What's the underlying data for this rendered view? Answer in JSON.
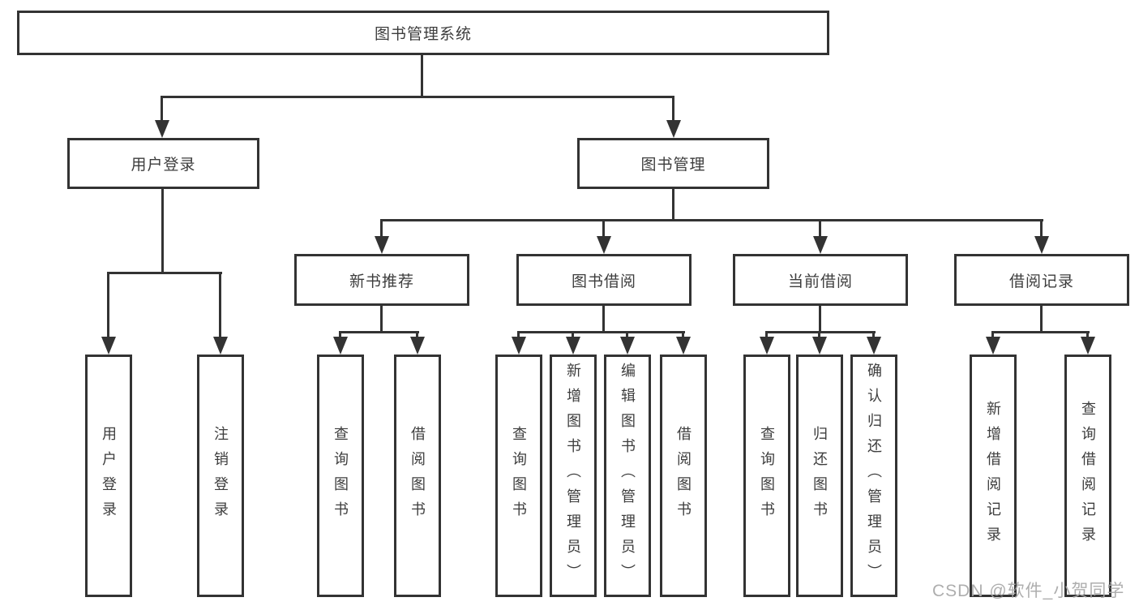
{
  "diagram": {
    "title": "图书管理系统",
    "modules": [
      {
        "label": "用户登录",
        "features": [
          {
            "label": "用户登录"
          },
          {
            "label": "注销登录"
          }
        ]
      },
      {
        "label": "图书管理",
        "submodules": [
          {
            "label": "新书推荐",
            "features": [
              {
                "label": "查询图书"
              },
              {
                "label": "借阅图书"
              }
            ]
          },
          {
            "label": "图书借阅",
            "features": [
              {
                "label": "查询图书"
              },
              {
                "label": "新增图书（管理员）"
              },
              {
                "label": "编辑图书（管理员）"
              },
              {
                "label": "借阅图书"
              }
            ]
          },
          {
            "label": "当前借阅",
            "features": [
              {
                "label": "查询图书"
              },
              {
                "label": "归还图书"
              },
              {
                "label": "确认归还（管理员）"
              }
            ]
          },
          {
            "label": "借阅记录",
            "features": [
              {
                "label": "新增借阅记录"
              },
              {
                "label": "查询借阅记录"
              }
            ]
          }
        ]
      }
    ]
  },
  "watermark": "CSDN @软件_小贺同学",
  "colors": {
    "line": "#333333",
    "text": "#3d3d3d",
    "box_background": "#ffffff",
    "page_background": "#ffffff",
    "watermark": "#aaaaaa"
  }
}
